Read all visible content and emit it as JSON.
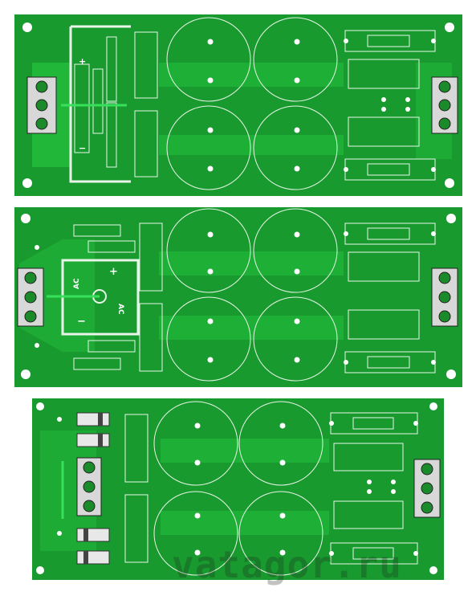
{
  "colors": {
    "board": "#189a2e",
    "copper": "#21b83a",
    "silk": "#e8f5e8",
    "pad": "#ffffff",
    "jumper": "#37e05a"
  },
  "boards": [
    {
      "name": "board-top",
      "labels": {
        "plus": "+",
        "minus": "−"
      }
    },
    {
      "name": "board-middle",
      "labels": {
        "ac_left": "AC",
        "ac_right": "AC",
        "plus": "+",
        "minus": "−"
      }
    },
    {
      "name": "board-bottom",
      "labels": {}
    }
  ],
  "watermark": "vatagor.ru"
}
